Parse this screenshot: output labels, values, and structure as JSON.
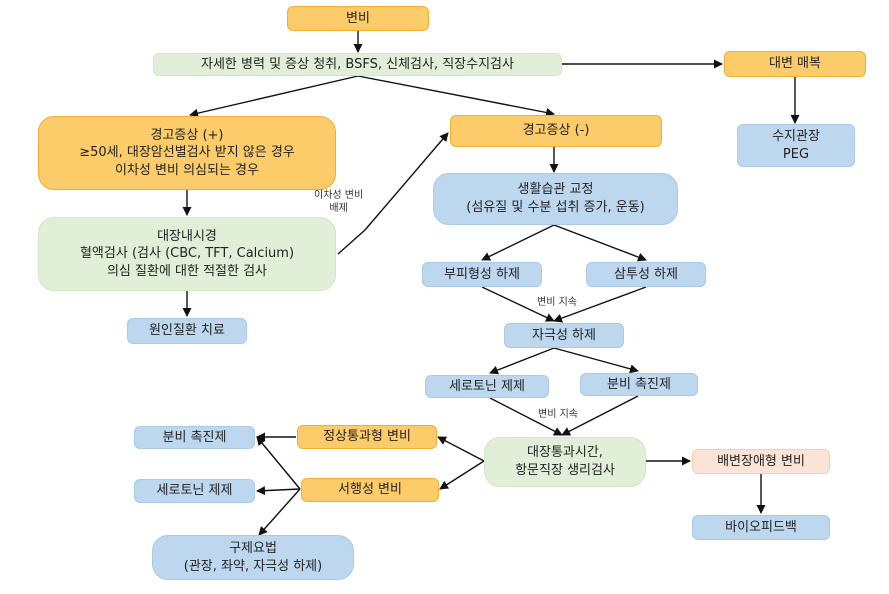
{
  "nodes": {
    "constipation": "변비",
    "history": "자세한 병력 및 증상 청취, BSFS, 신체검사, 직장수지검사",
    "fecal_impaction": "대변 매복",
    "manual_peg": [
      "수지관장",
      "PEG"
    ],
    "alarm_positive": [
      "경고증상 (+)",
      "≥50세, 대장암선별검사 받지 않은 경우",
      "이차성 변비 의심되는 경우"
    ],
    "alarm_negative": "경고증상 (-)",
    "colonoscopy": [
      "대장내시경",
      "혈액검사 (검사 (CBC, TFT, Calcium)",
      "의심 질환에 대한 적절한 검사"
    ],
    "treat_cause": "원인질환 치료",
    "lifestyle": [
      "생활습관 교정",
      "(섬유질 및 수분 섭취 증가, 운동)"
    ],
    "bulk_laxative": "부피형성 하제",
    "osmotic_laxative": "삼투성 하제",
    "stimulant_laxative": "자극성 하제",
    "serotonin_1": "세로토닌 제제",
    "secretagogue_1": "분비 촉진제",
    "transit_test": [
      "대장통과시간,",
      "항문직장 생리검사"
    ],
    "defecation_disorder": "배변장애형 변비",
    "biofeedback": "바이오피드백",
    "normal_transit": "정상통과형 변비",
    "slow_transit": "서행성 변비",
    "secretagogue_2": "분비 촉진제",
    "serotonin_2": "세로토닌 제제",
    "rescue": [
      "구제요법",
      "(관장, 좌약, 자극성 하제)"
    ]
  },
  "labels": {
    "secondary_excluded": [
      "이차성 변비",
      "배제"
    ],
    "persist_1": "변비 지속",
    "persist_2": "변비 지속"
  },
  "colors": {
    "orange": "#fccb6a",
    "green": "#e2efd8",
    "blue": "#bdd7ee",
    "peach": "#fbe3d5",
    "arrow": "#111111"
  }
}
